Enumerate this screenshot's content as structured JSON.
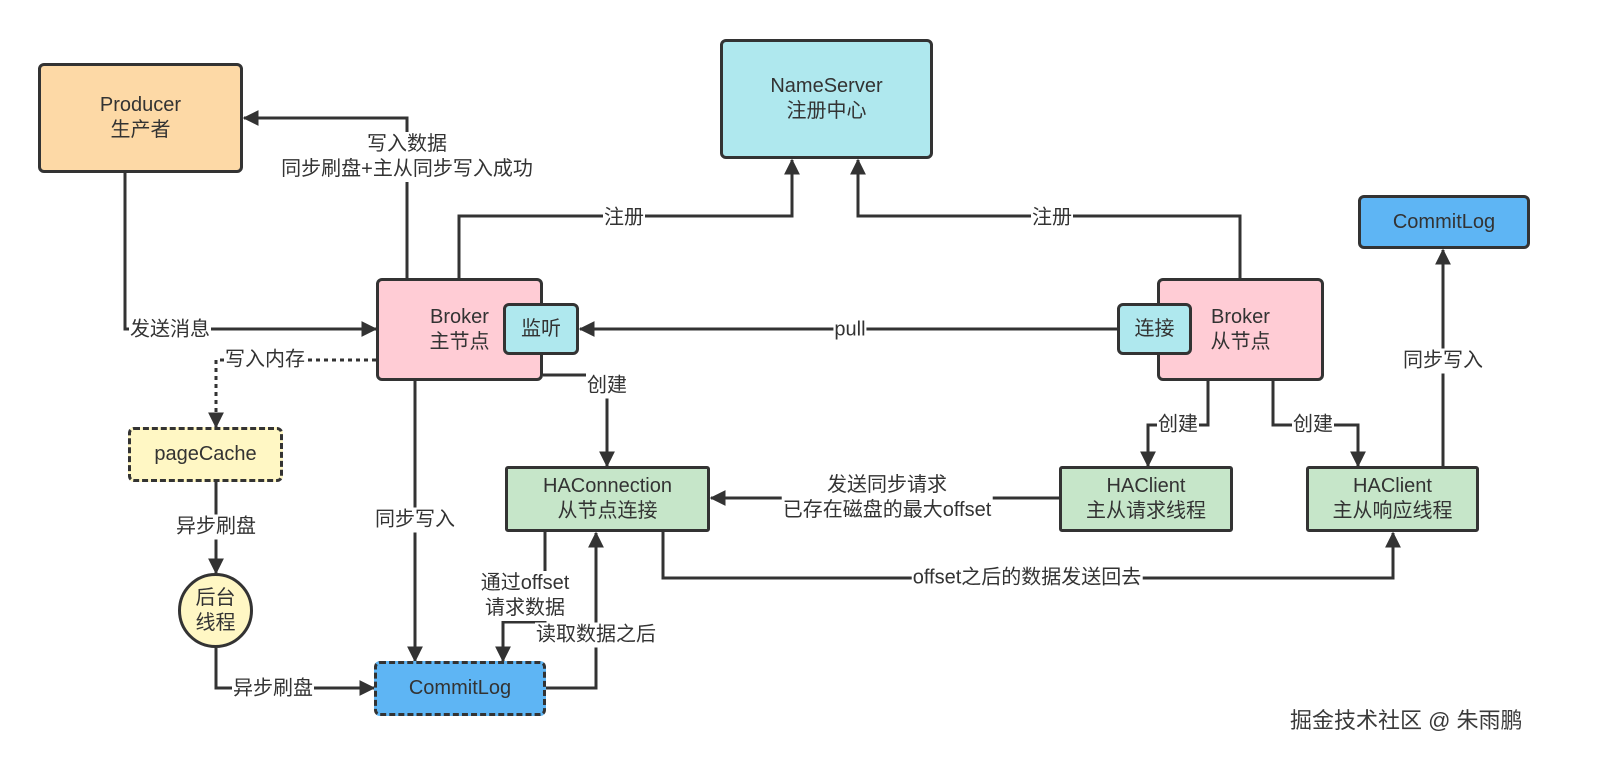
{
  "diagram": {
    "nodes": {
      "producer": {
        "title": "Producer",
        "subtitle": "生产者"
      },
      "nameserver": {
        "title": "NameServer",
        "subtitle": "注册中心"
      },
      "broker_master": {
        "title": "Broker",
        "subtitle": "主节点",
        "port": "监听"
      },
      "broker_slave": {
        "title": "Broker",
        "subtitle": "从节点",
        "port": "连接"
      },
      "page_cache": {
        "label": "pageCache"
      },
      "background_thread": {
        "line1": "后台",
        "line2": "线程"
      },
      "commitlog_master": {
        "label": "CommitLog"
      },
      "commitlog_slave": {
        "label": "CommitLog"
      },
      "ha_connection": {
        "title": "HAConnection",
        "subtitle": "从节点连接"
      },
      "ha_client_request": {
        "title": "HAClient",
        "subtitle": "主从请求线程"
      },
      "ha_client_response": {
        "title": "HAClient",
        "subtitle": "主从响应线程"
      }
    },
    "edges": {
      "send_message": "发送消息",
      "write_data_ack": [
        "写入数据",
        "同步刷盘+主从同步写入成功"
      ],
      "register_master": "注册",
      "register_slave": "注册",
      "pull": "pull",
      "write_memory": "写入内存",
      "async_flush_to_thread": "异步刷盘",
      "async_flush_to_commitlog": "异步刷盘",
      "sync_write_master": "同步写入",
      "create_ha_connection": "创建",
      "sync_request": [
        "发送同步请求",
        "已存在磁盘的最大offset"
      ],
      "request_by_offset": [
        "通过offset",
        "请求数据"
      ],
      "after_read": "读取数据之后",
      "create_ha_client_request": "创建",
      "create_ha_client_response": "创建",
      "sync_write_slave": "同步写入",
      "send_back": "offset之后的数据发送回去"
    }
  },
  "colors": {
    "producer": "#FDD9A6",
    "nameserver": "#AFE8EE",
    "broker": "#FFCCD5",
    "port": "#AFE8EE",
    "page_cache": "#FFF7C4",
    "background_thread": "#FFF7C4",
    "commitlog": "#5EB5F4",
    "ha_thread": "#C6E6C9",
    "line": "#333333"
  },
  "watermark": "掘金技术社区 @ 朱雨鹏"
}
